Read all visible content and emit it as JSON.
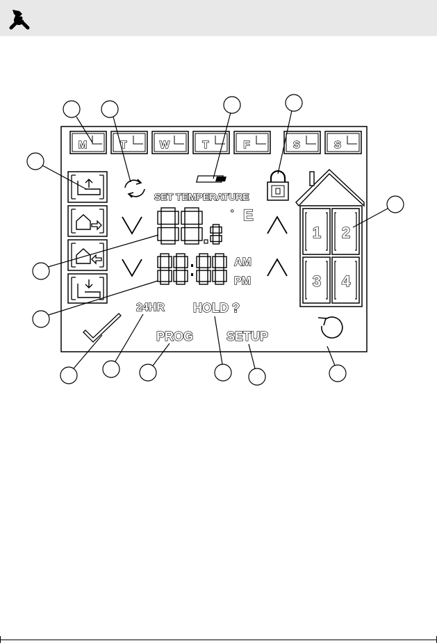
{
  "header": {
    "icon": "tools-icon"
  },
  "diagram": {
    "days": [
      "M",
      "T",
      "W",
      "T",
      "F",
      "S",
      "S"
    ],
    "set_temperature_label": "SET TEMPERATURE",
    "unit": "E",
    "degree_symbol": "°",
    "am_label": "AM",
    "pm_label": "PM",
    "clock_24hr_label": "24HR",
    "hold_label": "HOLD ?",
    "prog_label": "PROG",
    "setup_label": "SETUP",
    "program_numbers": [
      "1",
      "2",
      "3",
      "4"
    ],
    "icons": {
      "period_icons": [
        "wake-icon",
        "leave-home-icon",
        "return-home-icon",
        "sleep-icon"
      ],
      "battery": "battery-icon",
      "lock": "lock-icon",
      "cycle": "cycle-arrows-icon",
      "confirm": "checkmark-icon",
      "back": "back-arrow-icon",
      "up": "up-arrow-icon",
      "down": "down-arrow-icon"
    }
  }
}
